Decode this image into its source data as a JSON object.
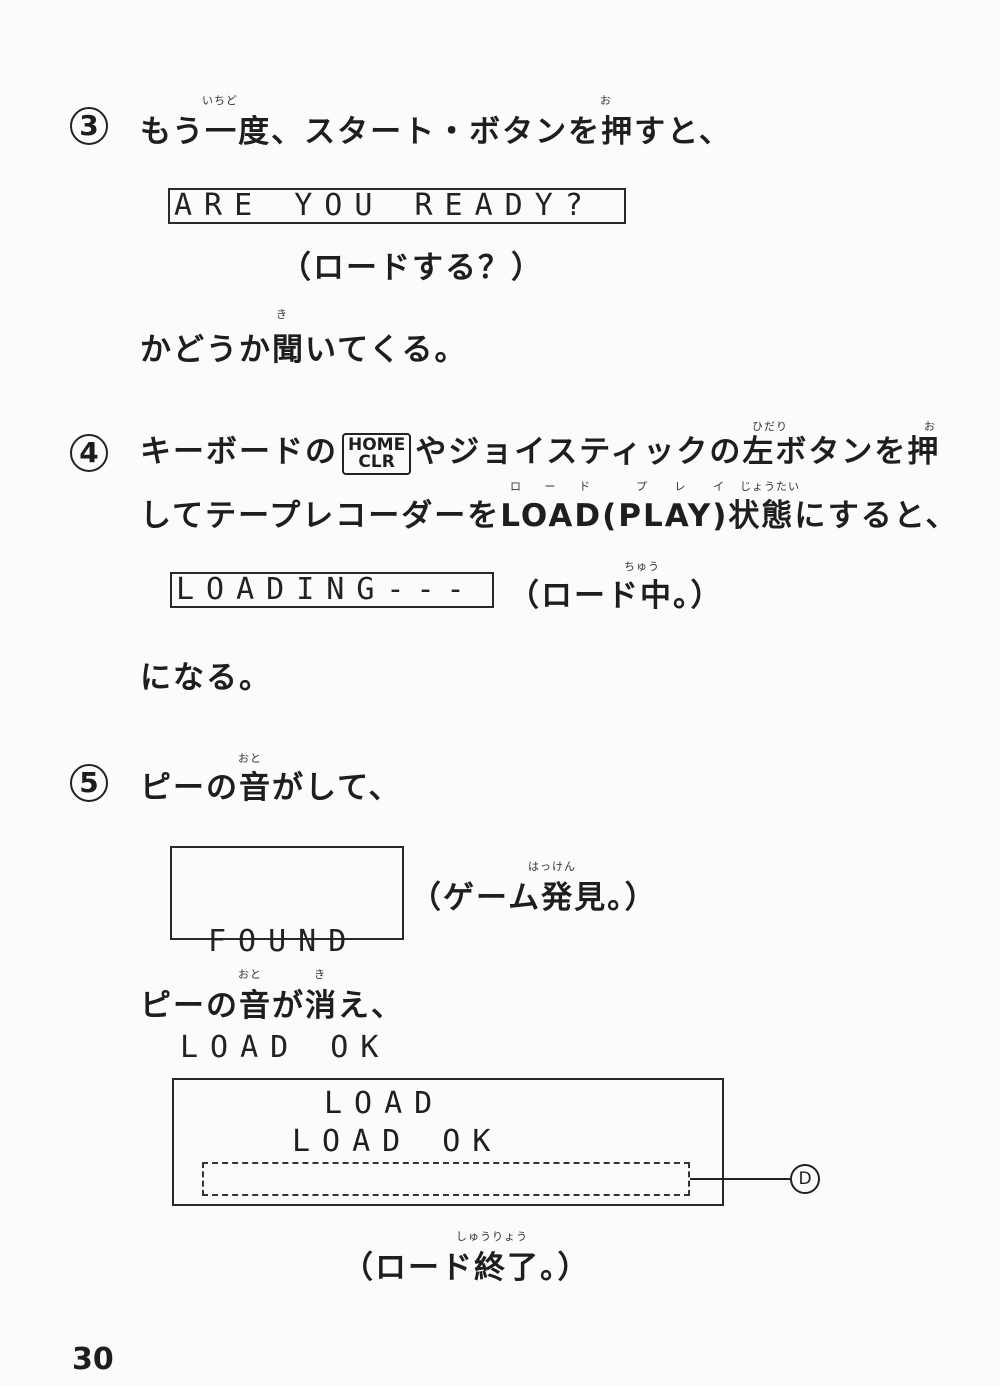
{
  "step3": {
    "number": "3",
    "text": "もう一度、スタート・ボタンを押すと、",
    "ruby_ichido": "いちど",
    "ruby_o": "お",
    "lcd": "ARE YOU READY?",
    "translation": "（ロードする？）",
    "follow": "かどうか聞いてくる。",
    "ruby_ki": "き"
  },
  "step4": {
    "number": "4",
    "text1_a": "キーボードの",
    "key_top": "HOME",
    "key_bottom": "CLR",
    "text1_b": "やジョイスティックの左ボタンを押",
    "ruby_hidari": "ひだり",
    "ruby_o": "お",
    "text2": "してテープレコーダーをLOAD(PLAY)状態にすると、",
    "ruby_load": "ロ ー ド",
    "ruby_play": "プ レ イ",
    "ruby_joutai": "じょうたい",
    "lcd": "LOADING---",
    "translation": "（ロード中。）",
    "ruby_chuu": "ちゅう",
    "follow": "になる。"
  },
  "step5": {
    "number": "5",
    "text": "ピーの音がして、",
    "ruby_oto": "おと",
    "lcd_line1": "FOUND",
    "lcd_line2": "LOAD OK",
    "translation": "（ゲーム発見。）",
    "ruby_hakken": "はっけん",
    "follow": "ピーの音が消え、",
    "ruby_oto2": "おと",
    "ruby_ki": "き",
    "screen_line1": "LOAD",
    "screen_line2": "LOAD OK",
    "marker": "D",
    "caption": "（ロード終了。）",
    "ruby_shuuryou": "しゅうりょう"
  },
  "page_number": "30"
}
